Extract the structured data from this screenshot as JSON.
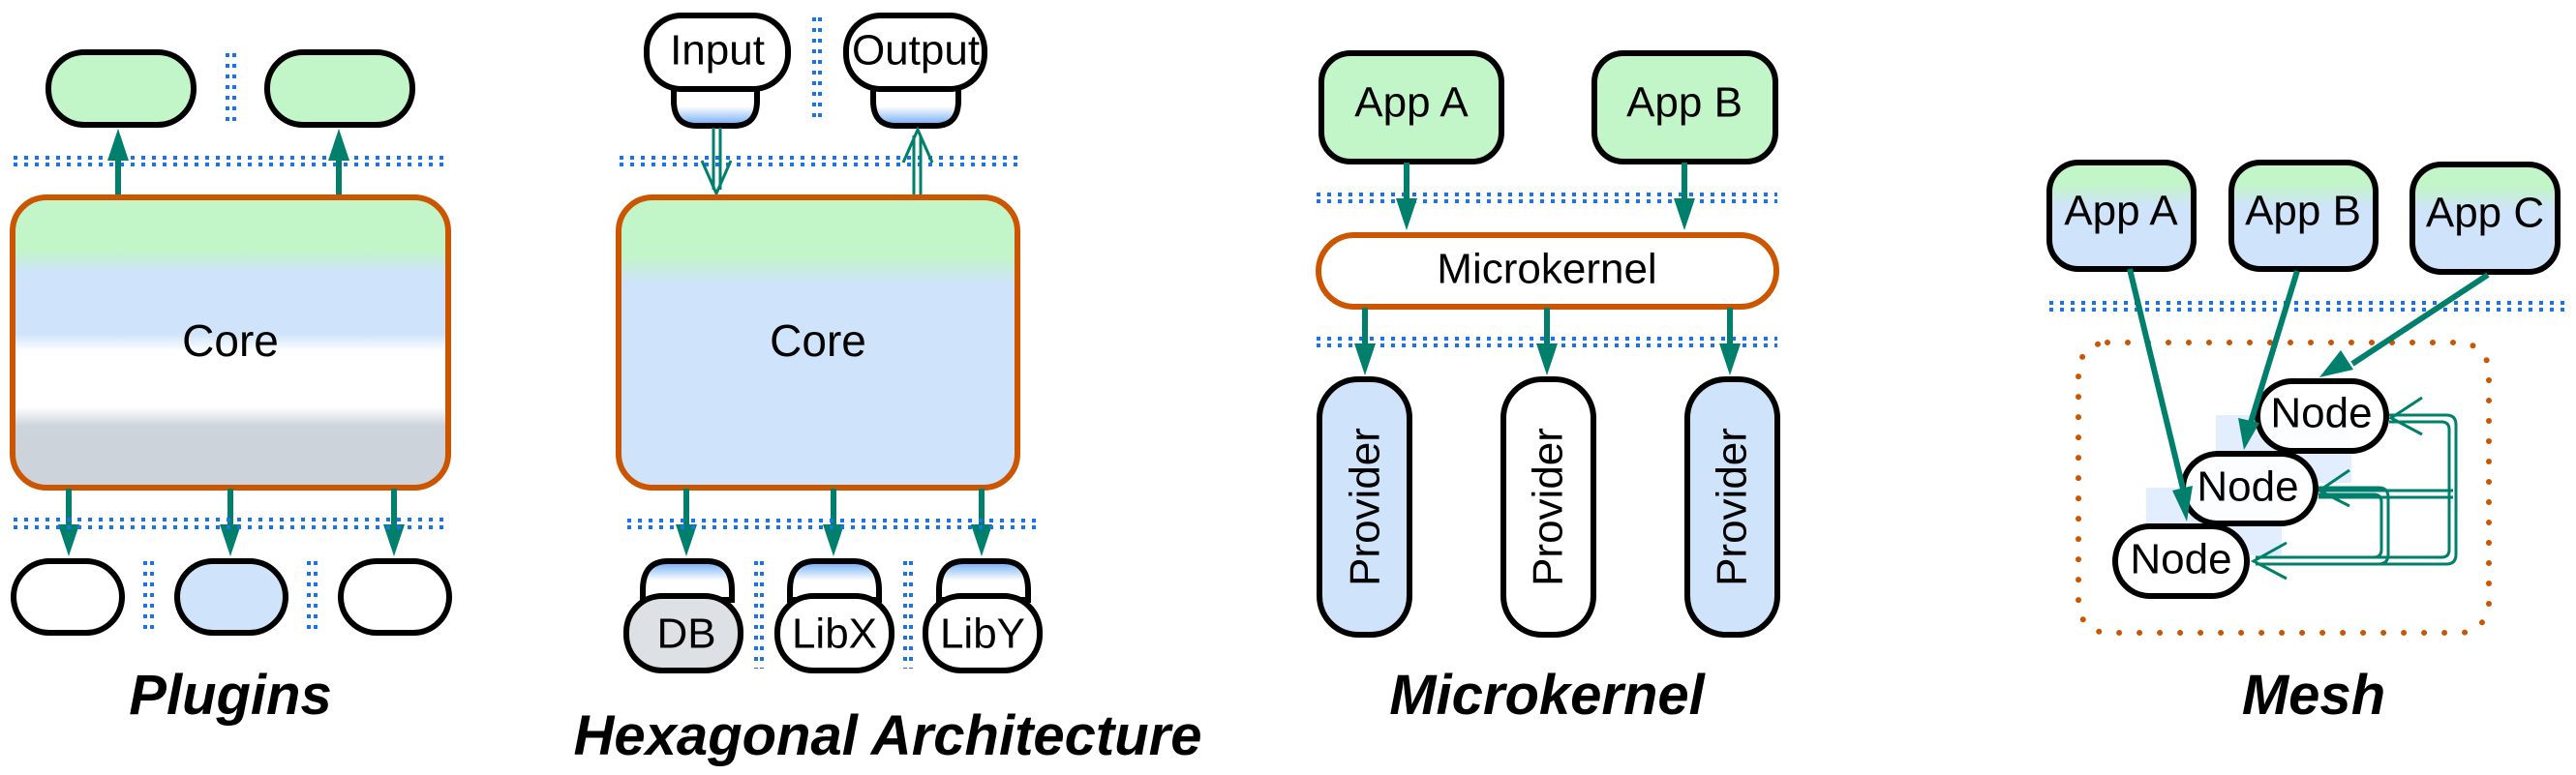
{
  "colors": {
    "green_fill": "#c2f5c7",
    "blue_fill": "#cfe3fb",
    "gray_fill": "#ccd3db",
    "white_fill": "#ffffff",
    "core_border": "#cc5500",
    "arrow": "#00806c",
    "separator": "#1a73e8",
    "port_gradient": "#6aa8f5"
  },
  "panels": {
    "plugins": {
      "title": "Plugins",
      "core_label": "Core",
      "top_plugins": [
        "",
        ""
      ],
      "bottom_plugins": [
        "",
        "",
        ""
      ]
    },
    "hexagonal": {
      "title": "Hexagonal Architecture",
      "core_label": "Core",
      "input_label": "Input",
      "output_label": "Output",
      "adapters": [
        "DB",
        "LibX",
        "LibY"
      ]
    },
    "microkernel": {
      "title": "Microkernel",
      "apps": [
        "App A",
        "App B"
      ],
      "kernel_label": "Microkernel",
      "providers": [
        "Provider",
        "Provider",
        "Provider"
      ]
    },
    "mesh": {
      "title": "Mesh",
      "apps": [
        "App A",
        "App B",
        "App C"
      ],
      "nodes": [
        "Node",
        "Node",
        "Node"
      ]
    }
  }
}
